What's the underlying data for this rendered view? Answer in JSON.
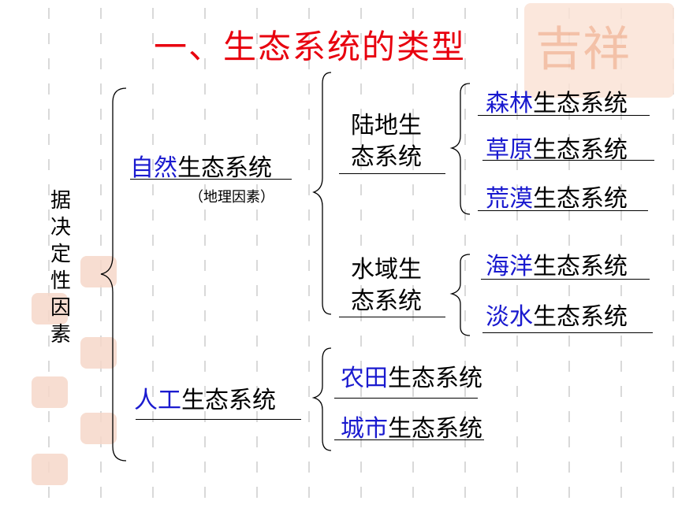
{
  "colors": {
    "title": "#e8000e",
    "accent": "#1a1acf",
    "seal": "#f2b79a"
  },
  "title": "一、生态系统的类型",
  "root_label": "据决定性因素",
  "natural": {
    "blue": "自然",
    "rest": "生态系统",
    "note": "（地理因素）"
  },
  "human": {
    "blue": "人工",
    "rest": "生态系统"
  },
  "terrestrial": {
    "line1": "陆地生",
    "line2": "态系统"
  },
  "aquatic": {
    "line1": "水域生",
    "line2": "态系统"
  },
  "terrestrial_items": [
    {
      "blue": "森林",
      "rest": "生态系统"
    },
    {
      "blue": "草原",
      "rest": "生态系统"
    },
    {
      "blue": "荒漠",
      "rest": "生态系统"
    }
  ],
  "aquatic_items": [
    {
      "blue": "海洋",
      "rest": "生态系统"
    },
    {
      "blue": "淡水",
      "rest": "生态系统"
    }
  ],
  "human_items": [
    {
      "blue": "农田",
      "rest": "生态系统"
    },
    {
      "blue": "城市",
      "rest": "生态系统"
    }
  ],
  "watermark_glyphs": "吉祥"
}
